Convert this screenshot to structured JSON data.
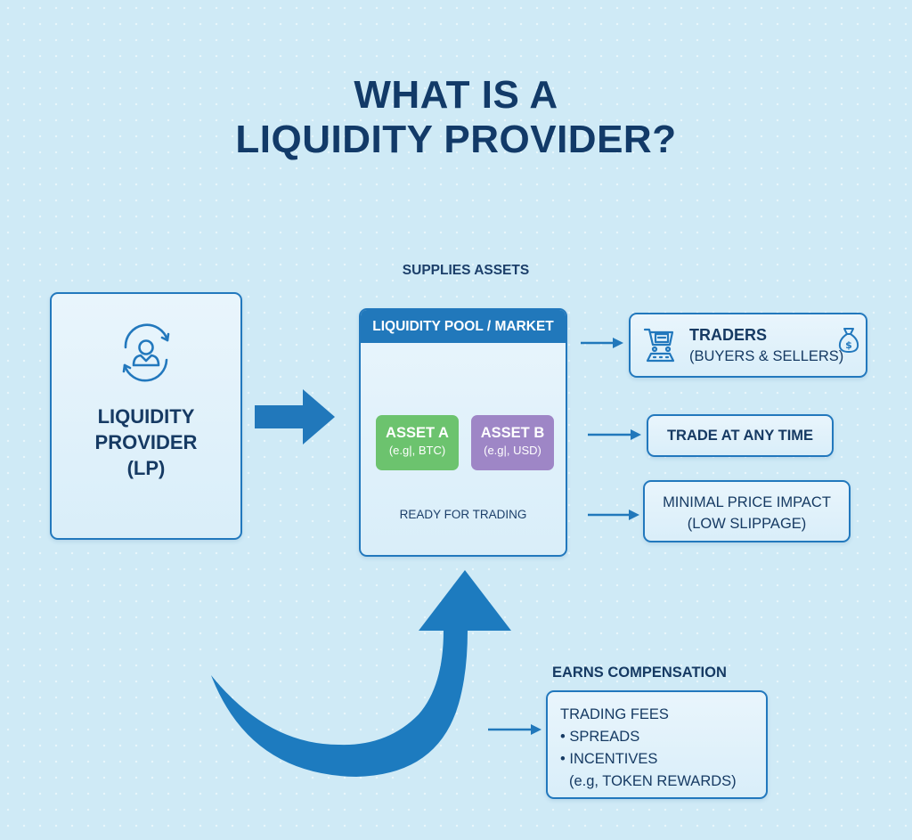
{
  "title": {
    "line1": "WHAT IS A",
    "line2": "LIQUIDITY PROVIDER?"
  },
  "liquidity_provider": {
    "icon": "user-cycle-icon",
    "line1": "LIQUIDITY",
    "line2": "PROVIDER",
    "line3": "(LP)"
  },
  "flow_label_supplies": "SUPPLIES ASSETS",
  "pool": {
    "header": "LIQUIDITY POOL / MARKET",
    "assets": [
      {
        "name": "ASSET A",
        "example": "(e.g|, BTC)",
        "color": "#6cc36e"
      },
      {
        "name": "ASSET B",
        "example": "(e.g|, USD)",
        "color": "#9e86c6"
      }
    ],
    "status": "READY FOR TRADING"
  },
  "outcomes": {
    "traders": {
      "icon": "shopping-cart-icon",
      "title": "TRADERS",
      "subtitle": "(BUYERS & SELLERS)",
      "badge_icon": "money-bag-icon"
    },
    "trade_any_time": "TRADE AT ANY TIME",
    "price_impact": {
      "line1": "MINIMAL PRICE IMPACT",
      "line2": "(LOW SLIPPAGE)"
    }
  },
  "compensation": {
    "label": "EARNS COMPENSATION",
    "items": [
      "TRADING FEES",
      "SPREADS",
      "INCENTIVES",
      "(e.g, TOKEN REWARDS)"
    ]
  },
  "colors": {
    "background": "#cfeaf6",
    "accent_blue": "#2178bb",
    "title_navy": "#123a68",
    "asset_a_green": "#6cc36e",
    "asset_b_purple": "#9e86c6"
  }
}
